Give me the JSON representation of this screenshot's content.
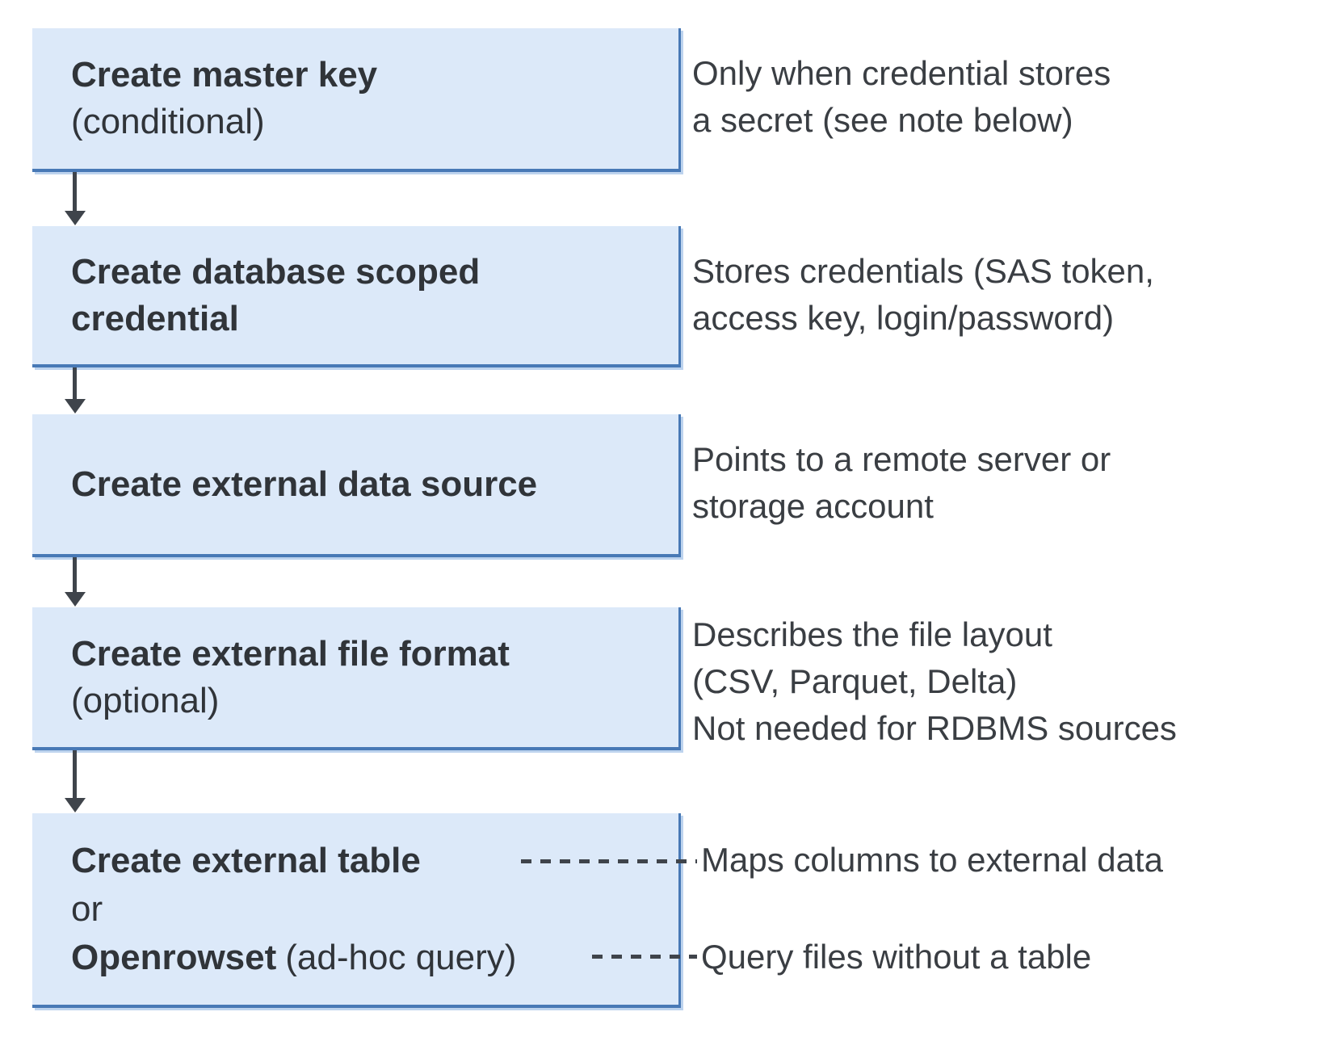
{
  "colors": {
    "box_fill": "#dce9f9",
    "box_border": "#4879b6",
    "box_shadow_c": "#bdd3ee",
    "title_text": "#303439",
    "body_text": "#3a3e43",
    "connector": "#3f444b"
  },
  "steps": [
    {
      "title": "Create master key",
      "subtitle": "(conditional)",
      "note": "Only when credential stores\na secret (see note below)"
    },
    {
      "title": "Create database scoped\ncredential",
      "note": "Stores credentials (SAS token,\naccess key, login/password)"
    },
    {
      "title": "Create external data source",
      "note": "Points to a remote server or\nstorage account"
    },
    {
      "title": "Create external file format",
      "subtitle": "(optional)",
      "note": "Describes the file layout\n(CSV, Parquet, Delta)\nNot needed for RDBMS sources"
    }
  ],
  "final_step": {
    "primary": "Create external table",
    "conjunction": "or",
    "alternative": "Openrowset",
    "alternative_suffix": "(ad-hoc query)",
    "primary_note": "Maps columns to external data",
    "alternative_note": "Query files without a table"
  }
}
